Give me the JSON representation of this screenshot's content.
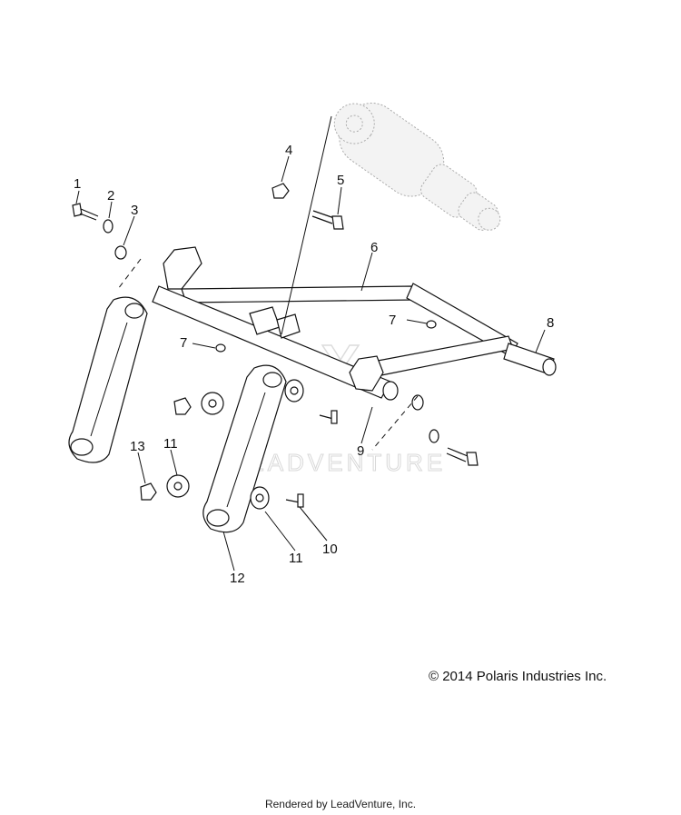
{
  "diagram": {
    "watermark": "LEADVENTURE",
    "callouts": [
      {
        "id": "c1",
        "label": "1"
      },
      {
        "id": "c2",
        "label": "2"
      },
      {
        "id": "c3",
        "label": "3"
      },
      {
        "id": "c4",
        "label": "4"
      },
      {
        "id": "c5",
        "label": "5"
      },
      {
        "id": "c6",
        "label": "6"
      },
      {
        "id": "c7a",
        "label": "7"
      },
      {
        "id": "c7b",
        "label": "7"
      },
      {
        "id": "c8",
        "label": "8"
      },
      {
        "id": "c9",
        "label": "9"
      },
      {
        "id": "c10",
        "label": "10"
      },
      {
        "id": "c11a",
        "label": "11"
      },
      {
        "id": "c11b",
        "label": "11"
      },
      {
        "id": "c12",
        "label": "12"
      },
      {
        "id": "c13",
        "label": "13"
      }
    ]
  },
  "copyright": "© 2014 Polaris Industries Inc.",
  "footer": "Rendered by LeadVenture, Inc."
}
